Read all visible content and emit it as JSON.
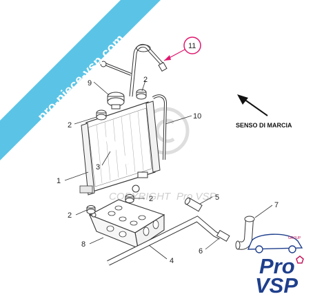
{
  "banner": {
    "text": "pro-piece-vsp.com",
    "color": "#5bc4e6"
  },
  "direction_label": "SENSO DI MARCIA",
  "watermark": {
    "copyright_text": "COPYRIGHT",
    "brand_text": "Pro VSP"
  },
  "logo": {
    "line1": "Pro",
    "line2": "VSP",
    "group_text": "GROUP",
    "color": "#1f3f8c",
    "accent": "#c2185b"
  },
  "callouts": {
    "c1": "1",
    "c2a": "2",
    "c2b": "2",
    "c2c": "2",
    "c2d": "2",
    "c3": "3",
    "c4": "4",
    "c5": "5",
    "c6": "6",
    "c7": "7",
    "c8": "8",
    "c9": "9",
    "c10": "10",
    "c11": "11"
  },
  "highlight_color": "#e0176e"
}
